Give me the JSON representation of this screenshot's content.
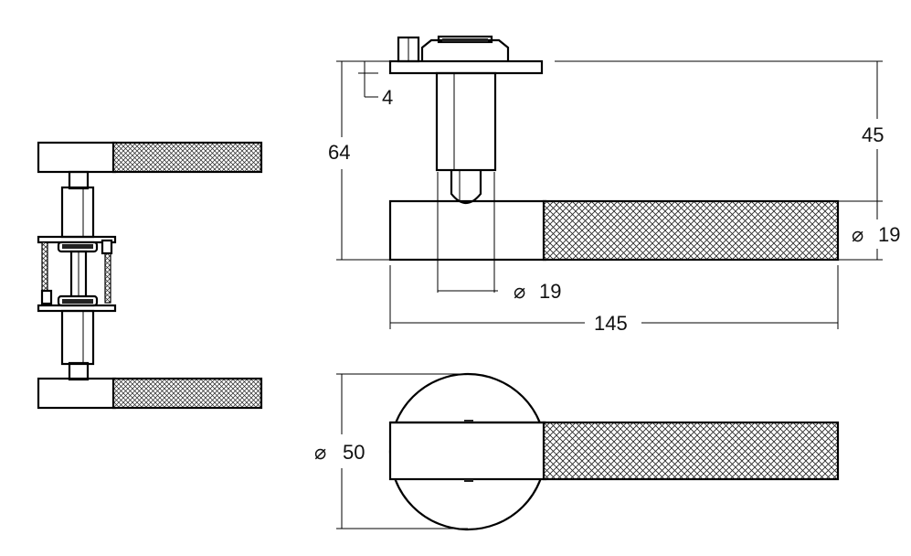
{
  "drawing": {
    "dimensions": {
      "plate_thickness": "4",
      "overall_height": "64",
      "lever_offset": "45",
      "lever_diameter": "19",
      "spindle_diameter": "19",
      "lever_length": "145",
      "rose_diameter": "50"
    },
    "symbols": {
      "diameter": "⌀"
    }
  }
}
